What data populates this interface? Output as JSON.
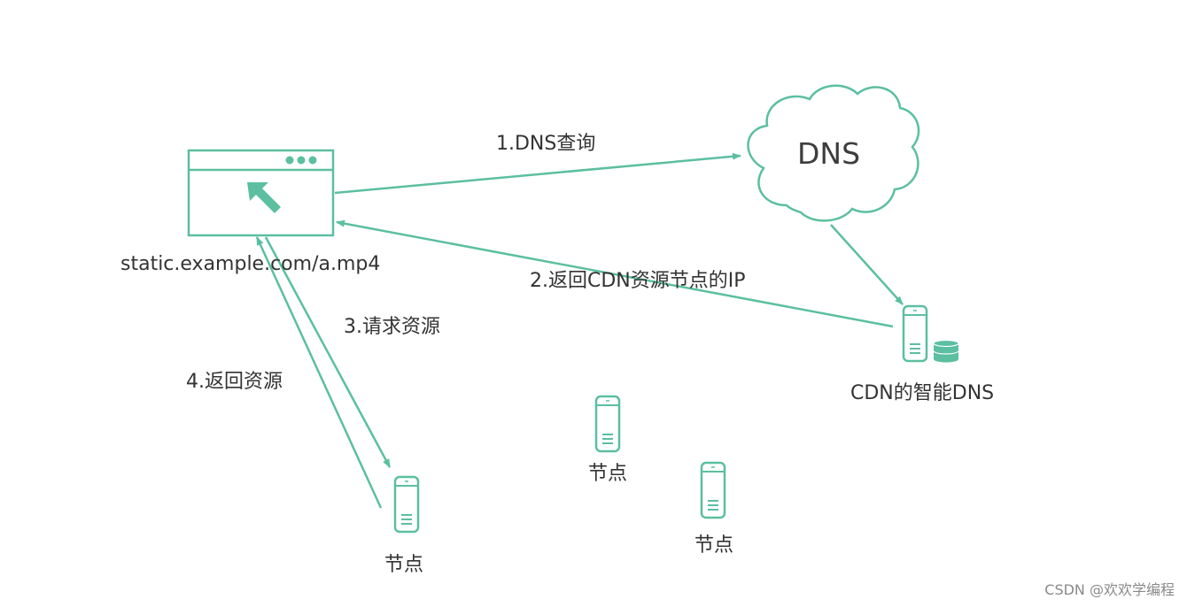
{
  "colors": {
    "accent": "#5bbfa0",
    "text": "#333333",
    "watermark": "#8a8a8a"
  },
  "browser": {
    "url": "static.example.com/a.mp4"
  },
  "dns_cloud": {
    "label": "DNS"
  },
  "smart_dns": {
    "label": "CDN的智能DNS"
  },
  "steps": {
    "step1": "1.DNS查询",
    "step2": "2.返回CDN资源节点的IP",
    "step3": "3.请求资源",
    "step4": "4.返回资源"
  },
  "nodes": [
    {
      "label": "节点"
    },
    {
      "label": "节点"
    },
    {
      "label": "节点"
    }
  ],
  "watermark": "CSDN @欢欢学编程"
}
